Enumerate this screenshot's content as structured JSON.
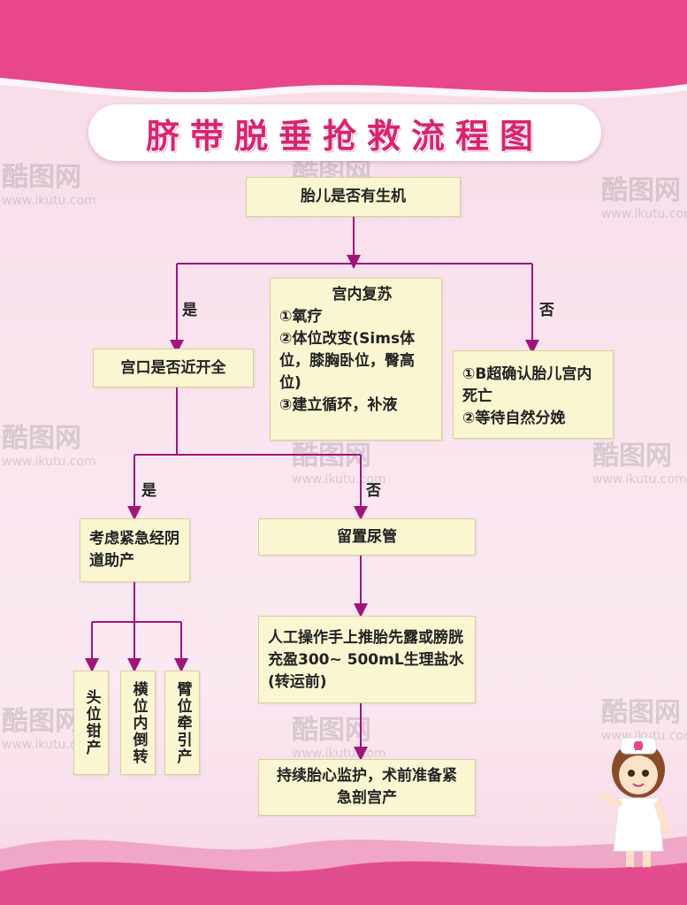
{
  "title": "脐带脱垂抢救流程图",
  "nodes": {
    "fetal_alive": "胎儿是否有生机",
    "cervix_full": "宫口是否近开全",
    "resus_title": "宫内复苏",
    "resus_items": [
      "①氧疗",
      "②体位改变(Sims体位，膝胸卧位，臀高位)",
      "③建立循环，补液"
    ],
    "dead_items": [
      "①B超确认胎儿宫内死亡",
      "②等待自然分娩"
    ],
    "vaginal": "考虑紧急经阴道助产",
    "catheter": "留置尿管",
    "manual": "人工操作手上推胎先露或膀胱充盈300~ 500mL生理盐水(转运前)",
    "monitor": "持续胎心监护，术前准备紧急剖宫产",
    "forceps": "头位钳产",
    "version": "横位内倒转",
    "breech": "臂位牵引产"
  },
  "labels": {
    "yes1": "是",
    "no1": "否",
    "yes2": "是",
    "no2": "否"
  },
  "watermark": {
    "brand": "酷图网",
    "url": "www.ikutu.com"
  },
  "colors": {
    "line": "#a0157a",
    "title": "#d8246f",
    "box": "#fbf6d2",
    "band": "#e8478c"
  }
}
